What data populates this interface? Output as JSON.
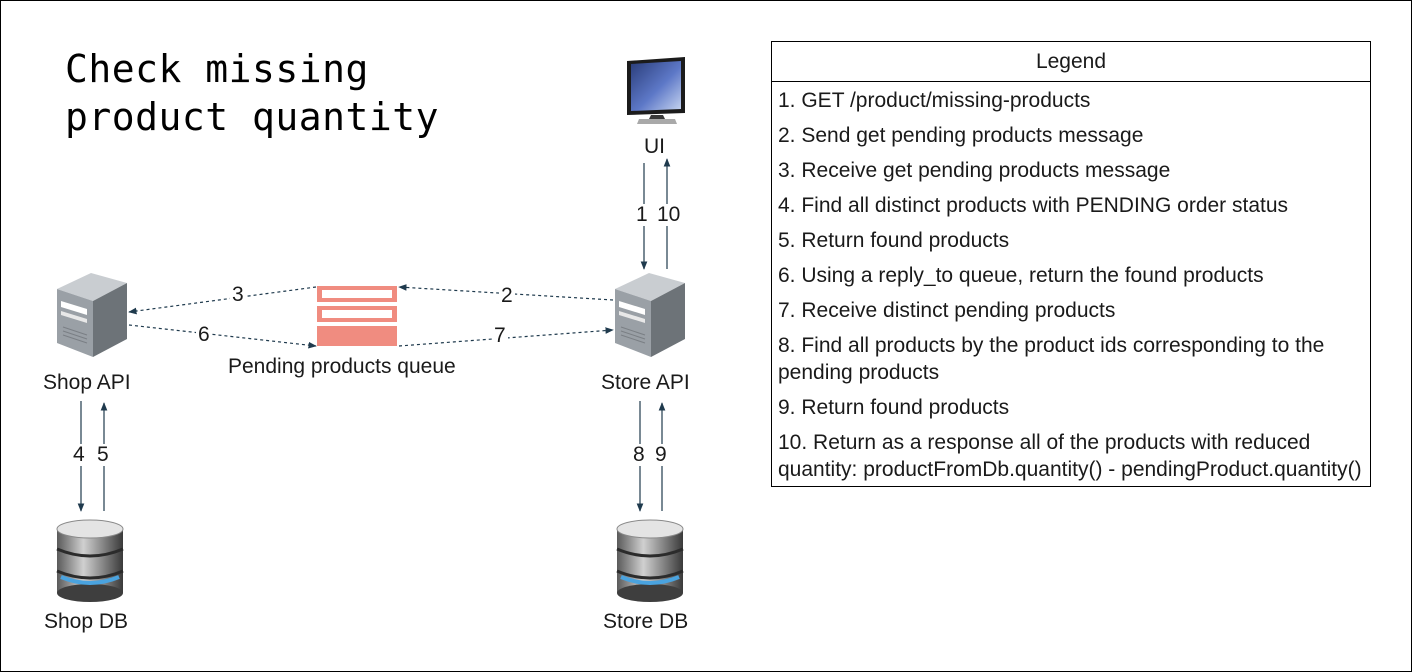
{
  "title": "Check missing\nproduct quantity",
  "nodes": {
    "ui": "UI",
    "shop_api": "Shop API",
    "store_api": "Store API",
    "queue": "Pending products queue",
    "shop_db": "Shop DB",
    "store_db": "Store DB"
  },
  "arrows": {
    "a1": "1",
    "a2": "2",
    "a3": "3",
    "a4": "4",
    "a5": "5",
    "a6": "6",
    "a7": "7",
    "a8": "8",
    "a9": "9",
    "a10": "10"
  },
  "legend": {
    "header": "Legend",
    "items": [
      "1. GET /product/missing-products",
      "2. Send get pending products message",
      "3. Receive get pending products message",
      "4. Find all distinct products with PENDING order status",
      "5. Return found products",
      "6. Using a reply_to queue, return the found products",
      "7. Receive distinct pending products",
      "8. Find all products by the product ids corresponding to the pending products",
      "9. Return found products",
      "10. Return as a response all of the products with reduced quantity: productFromDb.quantity() - pendingProduct.quantity()"
    ]
  },
  "colors": {
    "queue_fill": "#f08c80",
    "arrow": "#1f3a4d",
    "server_body": "#9aa0a6",
    "db_band": "#4aa3df"
  },
  "icons": {
    "ui": "monitor-icon",
    "shop_api": "server-icon",
    "store_api": "server-icon",
    "queue": "queue-icon",
    "shop_db": "database-icon",
    "store_db": "database-icon"
  }
}
